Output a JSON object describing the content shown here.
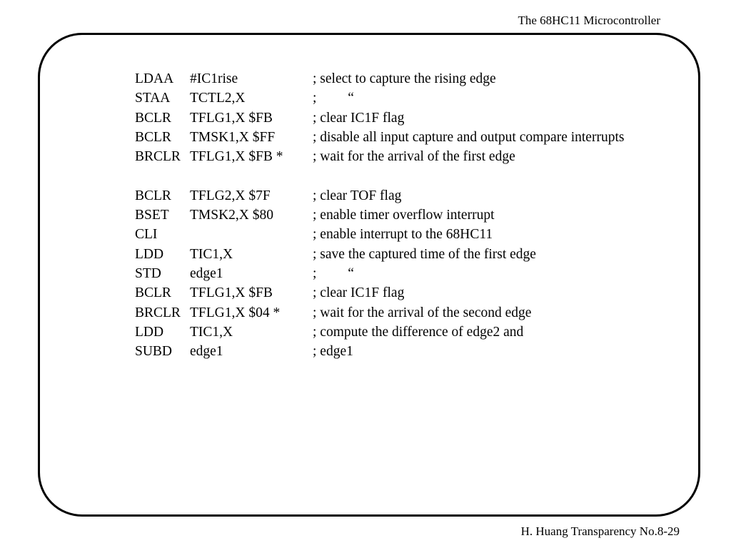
{
  "header": {
    "title": "The 68HC11 Microcontroller"
  },
  "code": {
    "lines": [
      {
        "op": "LDAA",
        "arg": "#IC1rise",
        "comment": "; select to capture the rising edge"
      },
      {
        "op": "STAA",
        "arg": "TCTL2,X",
        "comment": ";         “"
      },
      {
        "op": "BCLR",
        "arg": "TFLG1,X $FB",
        "comment": "; clear IC1F flag"
      },
      {
        "op": "BCLR",
        "arg": "TMSK1,X $FF",
        "comment": "; disable all input capture and output compare interrupts"
      },
      {
        "op": "BRCLR",
        "arg": "TFLG1,X $FB *",
        "comment": "; wait for the arrival of the first edge"
      },
      {
        "op": "",
        "arg": "",
        "comment": ""
      },
      {
        "op": "BCLR",
        "arg": "TFLG2,X $7F",
        "comment": "; clear TOF flag"
      },
      {
        "op": "BSET",
        "arg": "TMSK2,X $80",
        "comment": "; enable timer overflow interrupt"
      },
      {
        "op": "CLI",
        "arg": "",
        "comment": "; enable interrupt to the 68HC11"
      },
      {
        "op": "LDD",
        "arg": "TIC1,X",
        "comment": "; save the captured time of the first edge"
      },
      {
        "op": "STD",
        "arg": "edge1",
        "comment": ";         “"
      },
      {
        "op": "BCLR",
        "arg": "TFLG1,X $FB",
        "comment": "; clear IC1F flag"
      },
      {
        "op": "BRCLR",
        "arg": "TFLG1,X $04 *",
        "comment": "; wait for the arrival of the second edge"
      },
      {
        "op": "LDD",
        "arg": "TIC1,X",
        "comment": "; compute the difference of edge2 and"
      },
      {
        "op": "SUBD",
        "arg": "edge1",
        "comment": "; edge1"
      }
    ]
  },
  "footer": {
    "text": "H. Huang Transparency No.8-29"
  }
}
